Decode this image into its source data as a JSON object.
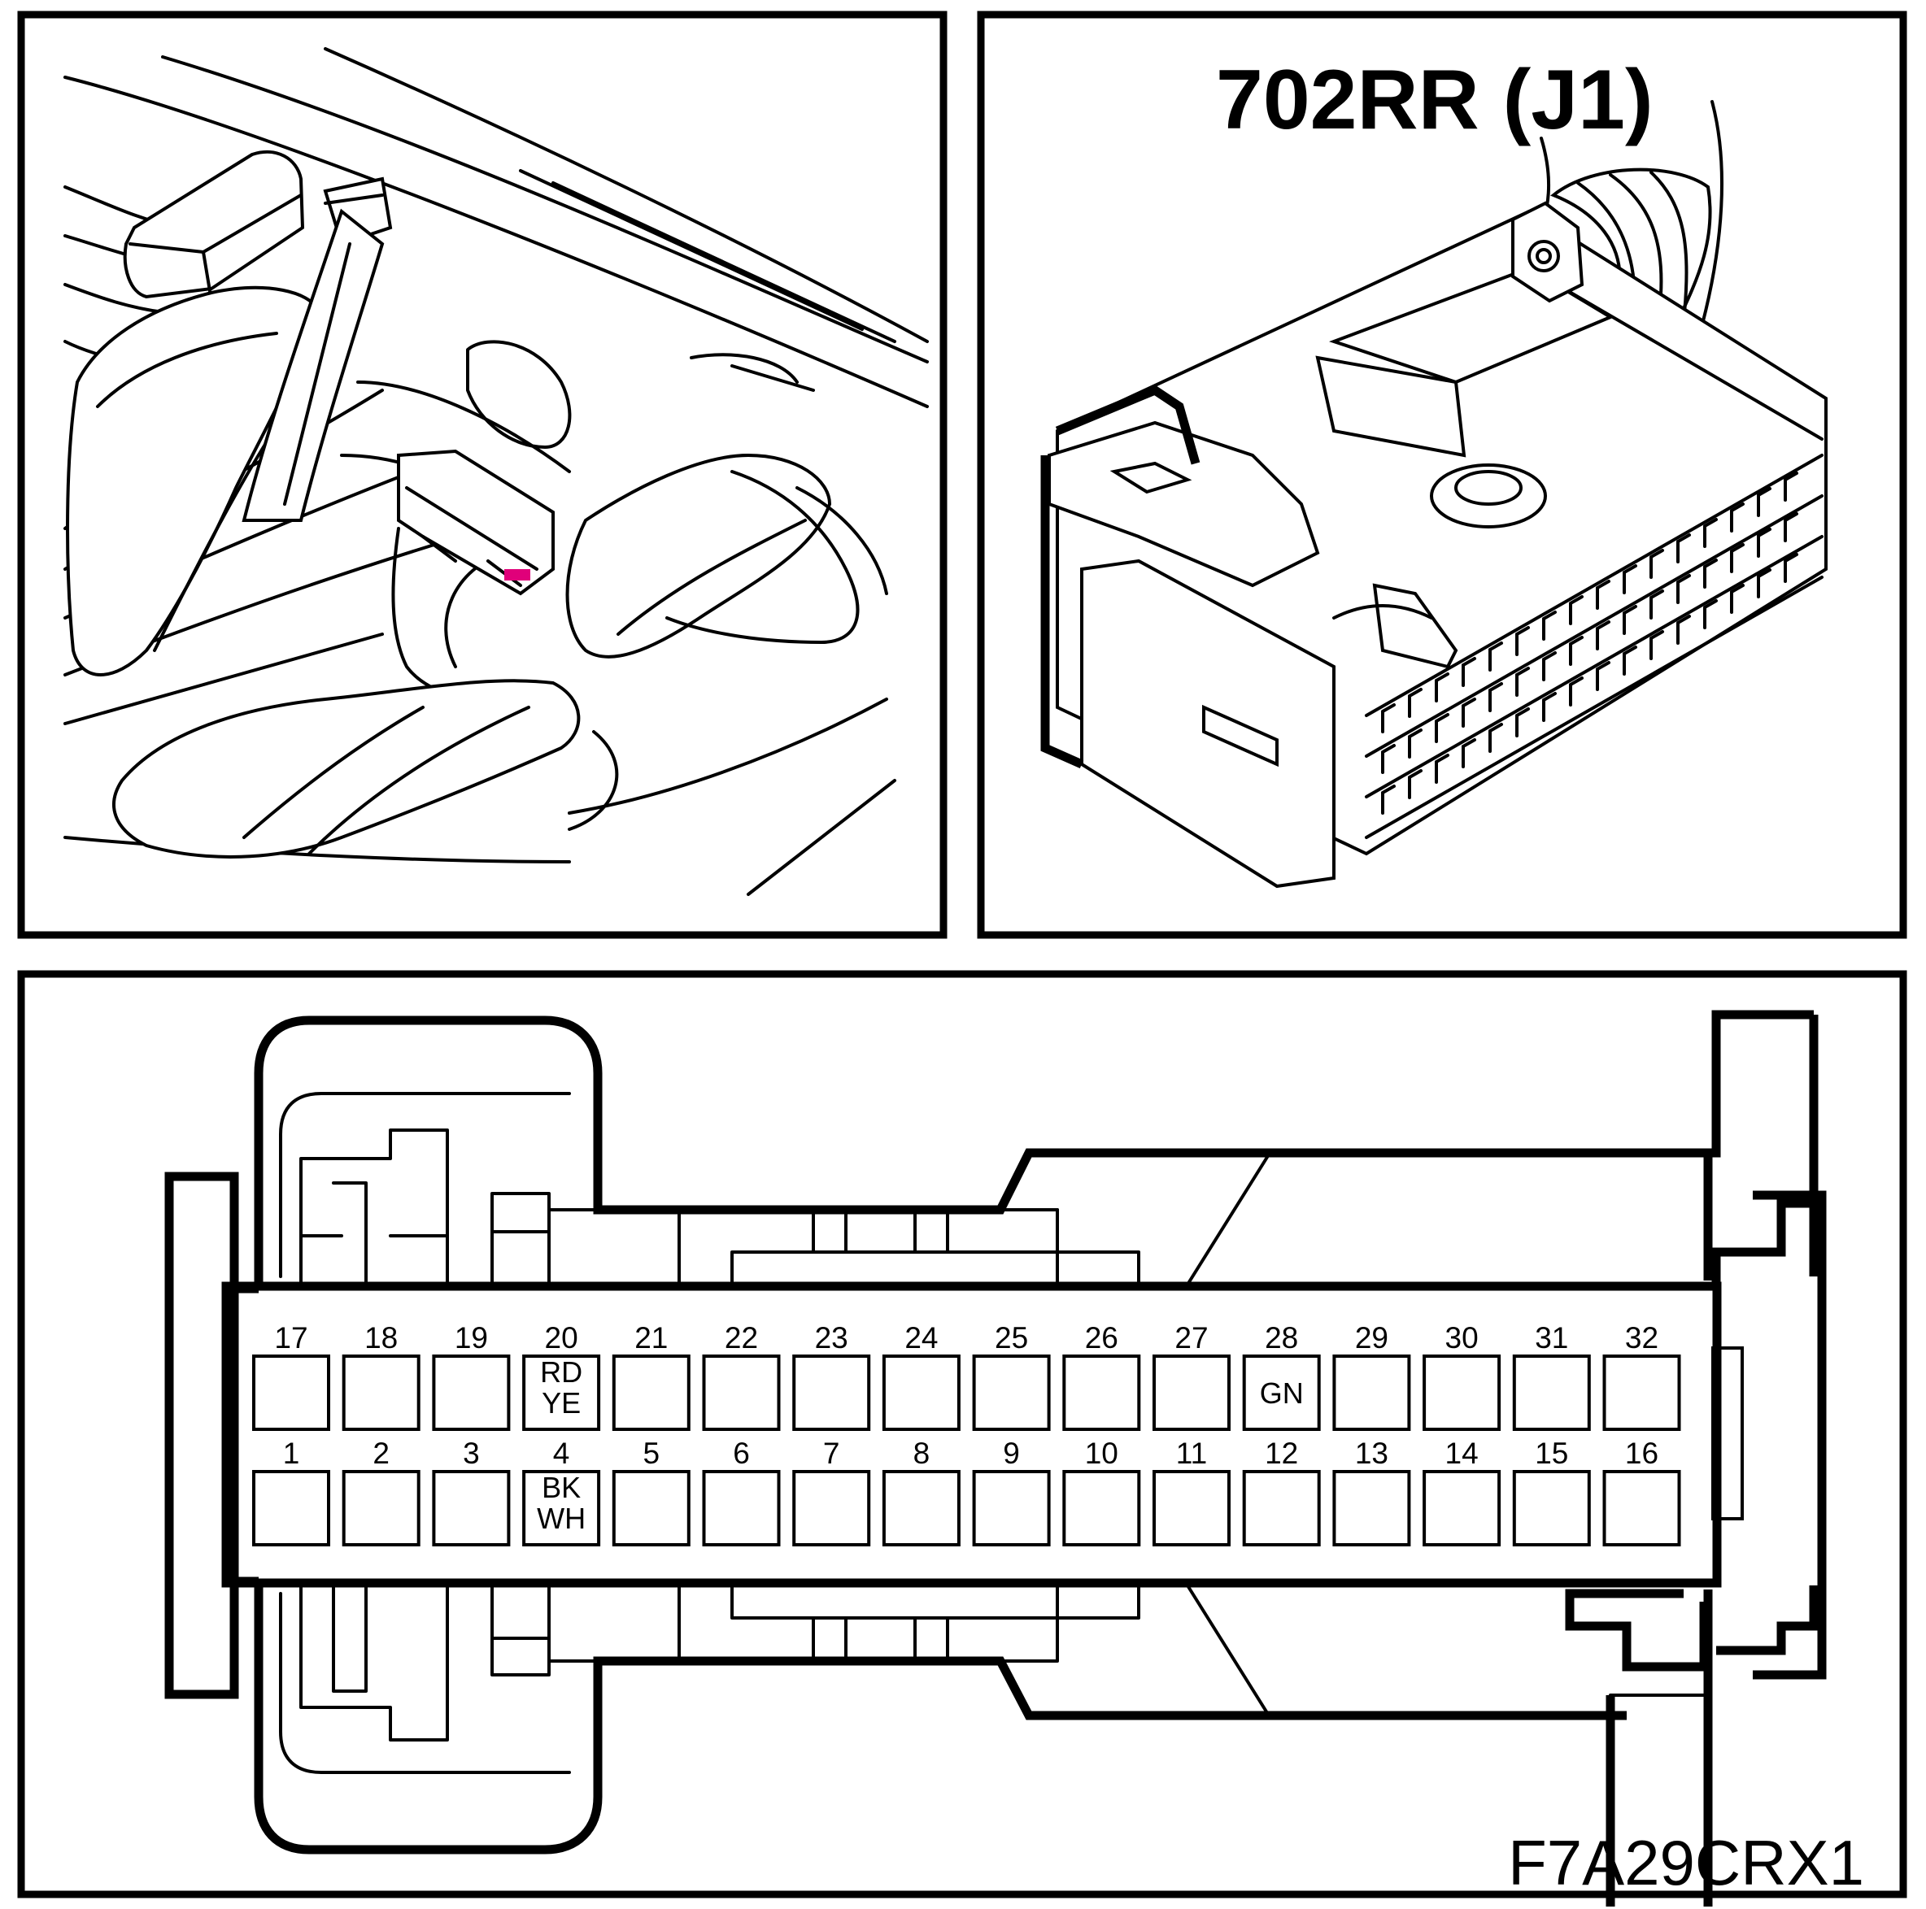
{
  "connector_view": {
    "title": "702RR (J1)"
  },
  "terminal_face": {
    "top_row": [
      {
        "pin": "17",
        "wire": []
      },
      {
        "pin": "18",
        "wire": []
      },
      {
        "pin": "19",
        "wire": []
      },
      {
        "pin": "20",
        "wire": [
          "RD",
          "YE"
        ]
      },
      {
        "pin": "21",
        "wire": []
      },
      {
        "pin": "22",
        "wire": []
      },
      {
        "pin": "23",
        "wire": []
      },
      {
        "pin": "24",
        "wire": []
      },
      {
        "pin": "25",
        "wire": []
      },
      {
        "pin": "26",
        "wire": []
      },
      {
        "pin": "27",
        "wire": []
      },
      {
        "pin": "28",
        "wire": [
          "GN"
        ]
      },
      {
        "pin": "29",
        "wire": []
      },
      {
        "pin": "30",
        "wire": []
      },
      {
        "pin": "31",
        "wire": []
      },
      {
        "pin": "32",
        "wire": []
      }
    ],
    "bottom_row": [
      {
        "pin": "1",
        "wire": []
      },
      {
        "pin": "2",
        "wire": []
      },
      {
        "pin": "3",
        "wire": []
      },
      {
        "pin": "4",
        "wire": [
          "BK",
          "WH"
        ]
      },
      {
        "pin": "5",
        "wire": []
      },
      {
        "pin": "6",
        "wire": []
      },
      {
        "pin": "7",
        "wire": []
      },
      {
        "pin": "8",
        "wire": []
      },
      {
        "pin": "9",
        "wire": []
      },
      {
        "pin": "10",
        "wire": []
      },
      {
        "pin": "11",
        "wire": []
      },
      {
        "pin": "12",
        "wire": []
      },
      {
        "pin": "13",
        "wire": []
      },
      {
        "pin": "14",
        "wire": []
      },
      {
        "pin": "15",
        "wire": []
      },
      {
        "pin": "16",
        "wire": []
      }
    ]
  },
  "figure_code": "F7A29CRX1",
  "colors": {
    "line": "#000000",
    "highlight": "#e0007a"
  }
}
